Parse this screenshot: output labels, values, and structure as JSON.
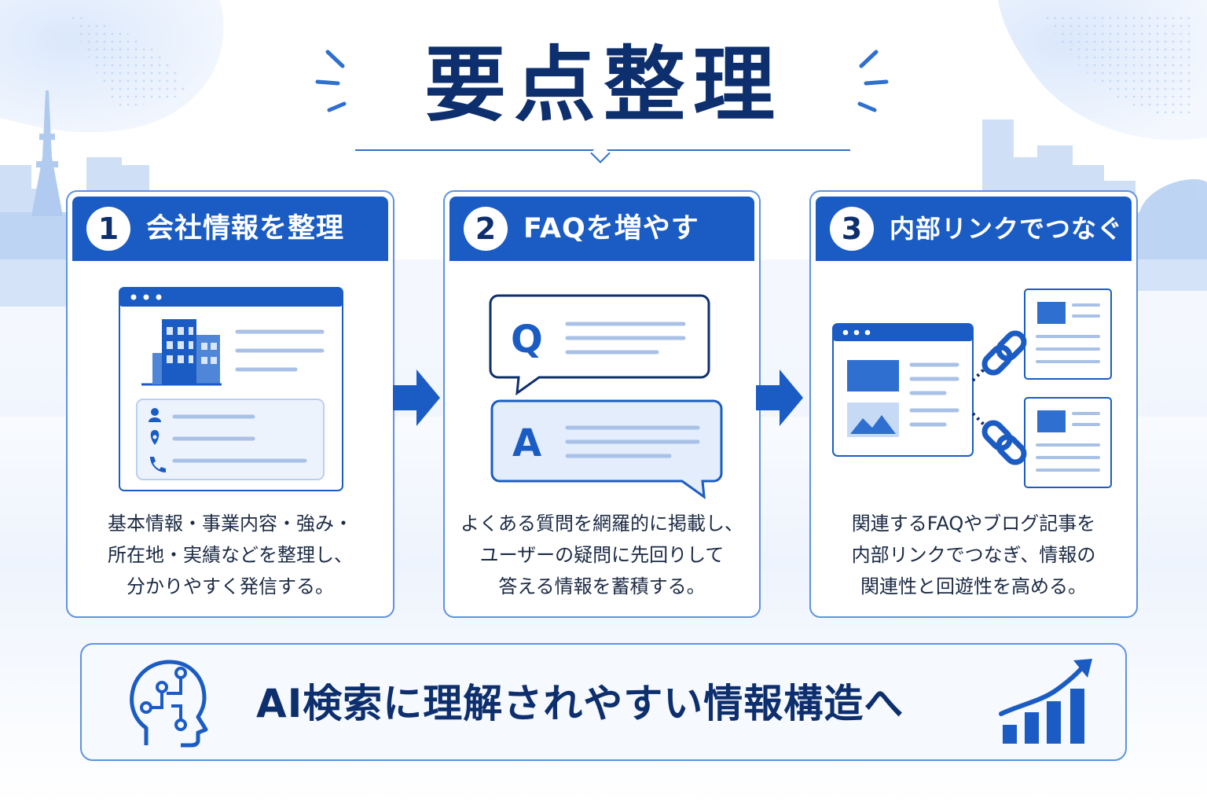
{
  "title": "要点整理",
  "steps": [
    {
      "number": "1",
      "title": "会社情報を整理",
      "description": [
        "基本情報・事業内容・強み・",
        "所在地・実績などを整理し、",
        "分かりやすく発信する。"
      ]
    },
    {
      "number": "2",
      "title": "FAQを増やす",
      "description": [
        "よくある質問を網羅的に掲載し、",
        "ユーザーの疑問に先回りして",
        "答える情報を蓄積する。"
      ]
    },
    {
      "number": "3",
      "title": "内部リンクでつなぐ",
      "description": [
        "関連するFAQやブログ記事を",
        "内部リンクでつなぎ、情報の",
        "関連性と回遊性を高める。"
      ]
    }
  ],
  "faq_illustration": {
    "question_letter": "Q",
    "answer_letter": "A"
  },
  "banner": {
    "text": "AI検索に理解されやすい情報構造へ"
  },
  "icons": [
    "building-icon",
    "person-icon",
    "location-pin-icon",
    "phone-icon",
    "chat-bubble-icon",
    "chain-link-icon",
    "ai-head-icon",
    "growth-chart-icon",
    "arrow-right-icon"
  ],
  "colors": {
    "primary": "#1b5cc4",
    "navy": "#0e2f6e",
    "border": "#5d93e0",
    "light": "#e8f0fc"
  }
}
